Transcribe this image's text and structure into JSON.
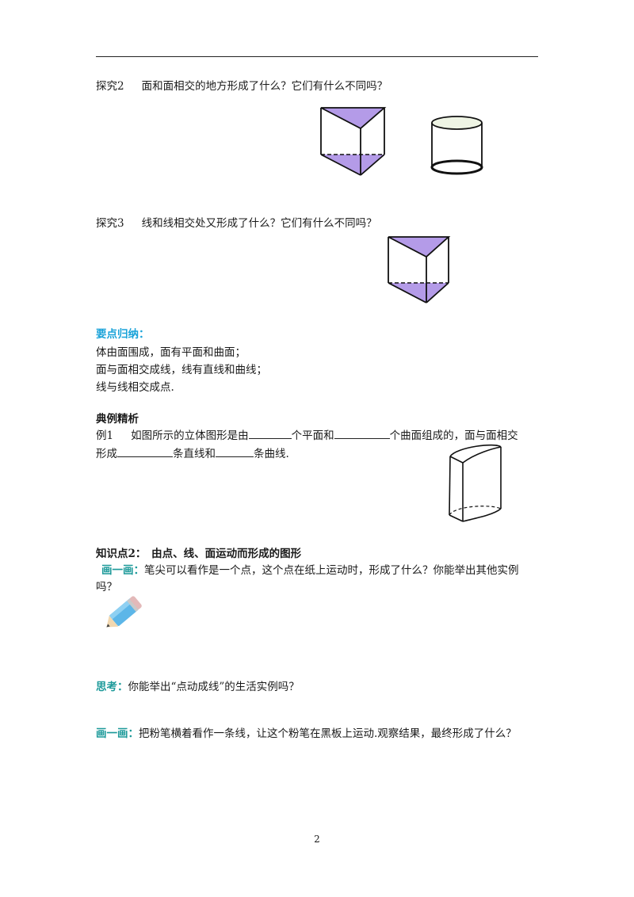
{
  "explore2": {
    "label": "探究2",
    "text": "面和面相交的地方形成了什么？它们有什么不同吗？"
  },
  "explore3": {
    "label": "探究3",
    "text": "线和线相交处又形成了什么？它们有什么不同吗？"
  },
  "summary": {
    "title": "要点归纳：",
    "lines": [
      "体由面围成，面有平面和曲面；",
      "面与面相交成线，线有直线和曲线；",
      "线与线相交成点."
    ]
  },
  "example_section": {
    "title": "典例精析"
  },
  "example1": {
    "label": "例1",
    "t1": "如图所示的立体图形是由",
    "t2": "个平面和",
    "t3": "个曲面组成的，面与面相交",
    "t4": "形成",
    "t5": "条直线和",
    "t6": "条曲线."
  },
  "knowledge2": {
    "title": "知识点2：　由点、线、面运动而形成的图形"
  },
  "draw1": {
    "label": "画一画：",
    "text": "笔尖可以看作是一个点，这个点在纸上运动时，形成了什么？你能举出其他实例",
    "text2": "吗？"
  },
  "think": {
    "label": "思考：",
    "text": "你能举出“点动成线”的生活实例吗？"
  },
  "draw2": {
    "label": "画一画：",
    "text": "把粉笔横着看作一条线，让这个粉笔在黑板上运动.观察结果，最终形成了什么？"
  },
  "page_number": "2",
  "colors": {
    "prism_fill": "#b49be8",
    "cylinder_cap": "#eef4e4",
    "cyan_heading": "#1aa3d9",
    "teal_heading": "#1d9a9a",
    "pencil_blue": "#5cb6e8"
  },
  "icons": [
    "pencil-icon"
  ]
}
